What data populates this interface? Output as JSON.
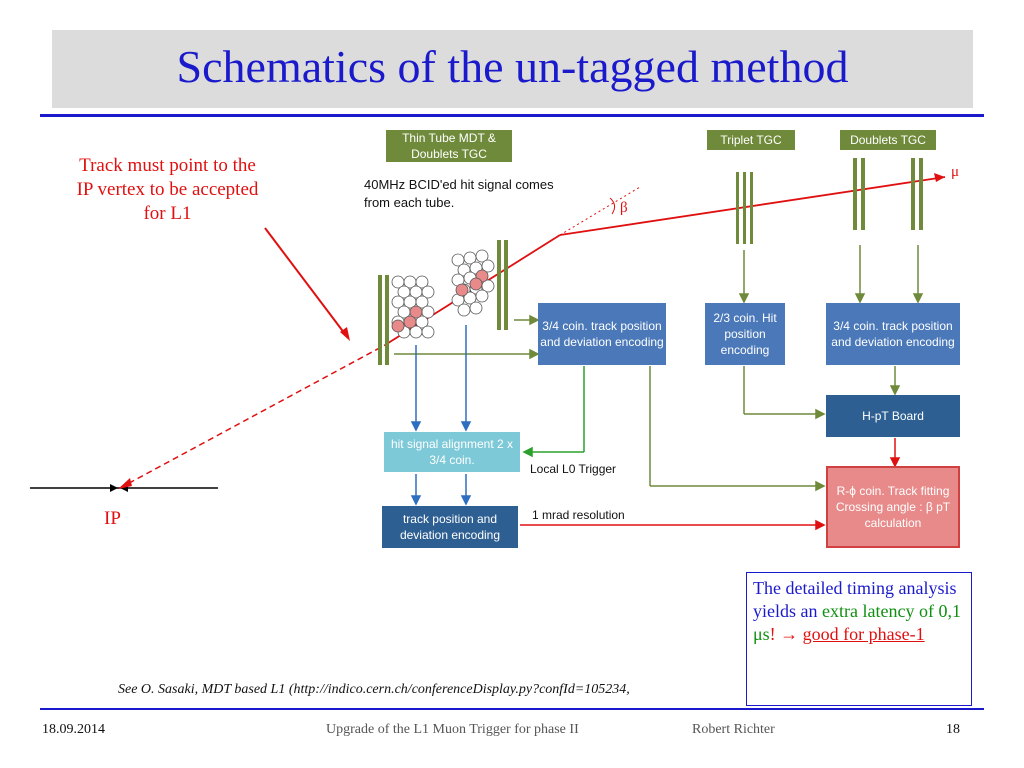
{
  "slide": {
    "title": "Schematics of the un-tagged method",
    "note_left": "Track must point to the IP vertex to be accepted for L1",
    "ip_label": "IP",
    "mu": "μ",
    "beta": "β"
  },
  "diagram": {
    "label_mdt": "Thin Tube MDT & Doublets TGC",
    "label_triplet": "Triplet TGC",
    "label_doublets": "Doublets TGC",
    "hit_signal_note": "40MHz BCID'ed hit signal comes from each tube.",
    "box_coin34_top": "3/4 coin. track position and deviation encoding",
    "box_coin23": "2/3 coin. Hit position encoding",
    "box_coin34_right": "3/4 coin. track position and deviation encoding",
    "box_hpt": "H-pT Board",
    "box_alignment": "hit signal alignment 2 x 3/4 coin.",
    "box_trackpos": "track position and deviation encoding",
    "box_rphi": "R-ϕ coin. Track fitting Crossing angle : β pT calculation",
    "label_local_l0": "Local L0 Trigger",
    "label_resolution": "1 mrad resolution"
  },
  "timing": {
    "part1": "The detailed timing analysis yields an ",
    "part2": "extra latency of 0,1",
    "part3": " μs",
    "part4": "! → ",
    "part5": "good for phase-1"
  },
  "reference": "See O. Sasaki, MDT based L1 (http://indico.cern.ch/conferenceDisplay.py?confId=105234,",
  "footer": {
    "date": "18.09.2014",
    "talk": "Upgrade of the L1 Muon Trigger for phase II",
    "author": "Robert Richter",
    "page": "18"
  },
  "colors": {
    "title_blue": "#1a1acc",
    "red": "#e01010",
    "chamber_green": "#6f8a3a",
    "box_blue": "#4a78b8",
    "box_dark": "#2e5f92",
    "box_light": "#7dc9d8",
    "box_pink": "#e88a8a"
  }
}
